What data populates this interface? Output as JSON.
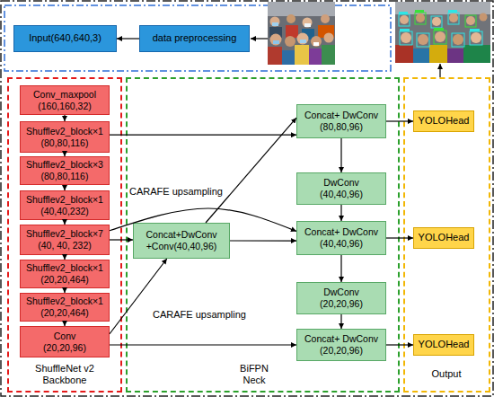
{
  "diagram": {
    "nodes": [
      {
        "text": [
          "Input(640,640,3)"
        ]
      },
      {
        "text": [
          "data preprocessing"
        ]
      },
      {
        "text": [
          "ShuffleNet v2 Backbone"
        ]
      },
      {
        "text": [
          "Conv_maxpool (160,160,32)"
        ],
        "in": 2
      },
      {
        "text": [
          "Shufflev2_block×1 (80,80,116)"
        ],
        "in": 2
      },
      {
        "text": [
          "Shufflev2_block×3 (80,80,116)"
        ],
        "in": 2
      },
      {
        "text": [
          "Shufflev2_block×1 (40,40,232)"
        ],
        "in": 2
      },
      {
        "text": [
          "Shufflev2_block×7 (40, 40, 232)"
        ],
        "in": 2
      },
      {
        "text": [
          "Shufflev2_block×1 (20,20,464)"
        ],
        "in": 2
      },
      {
        "text": [
          "Shufflev2_block×1 (20,20,464)"
        ],
        "in": 2
      },
      {
        "text": [
          "Conv (20,20,96)"
        ],
        "in": 2
      },
      {
        "text": [
          "BiFPN Neck"
        ]
      },
      {
        "text": [
          "Concat+DwConv +Conv(40,40,96)"
        ],
        "in": 11
      },
      {
        "text": [
          "Concat+ DwConv (80,80,96)"
        ],
        "in": 11
      },
      {
        "text": [
          "DwConv (40,40,96)"
        ],
        "in": 11
      },
      {
        "text": [
          "Concat+ DwConv (40,40,96)"
        ],
        "in": 11
      },
      {
        "text": [
          "DwConv (20,20,96)"
        ],
        "in": 11
      },
      {
        "text": [
          "Concat+ DwConv (20,20,96)"
        ],
        "in": 11
      },
      {
        "text": [
          "Output"
        ]
      },
      {
        "text": [
          "YOLOHead"
        ],
        "in": 18
      },
      {
        "text": [
          "YOLOHead"
        ],
        "in": 18
      },
      {
        "text": [
          "YOLOHead"
        ],
        "in": 18
      }
    ],
    "edges": [
      {
        "from": 1,
        "to": 0,
        "arrow": "to"
      },
      {
        "from": 3,
        "to": 4,
        "arrow": "to"
      },
      {
        "from": 4,
        "to": 5,
        "arrow": "to"
      },
      {
        "from": 5,
        "to": 6,
        "arrow": "to"
      },
      {
        "from": 6,
        "to": 7,
        "arrow": "to"
      },
      {
        "from": 7,
        "to": 8,
        "arrow": "to"
      },
      {
        "from": 8,
        "to": 9,
        "arrow": "to"
      },
      {
        "from": 9,
        "to": 10,
        "arrow": "to"
      },
      {
        "from": 4,
        "to": 13,
        "arrow": "to"
      },
      {
        "from": 7,
        "to": 12,
        "arrow": "to"
      },
      {
        "from": 7,
        "to": 15,
        "arrow": "to"
      },
      {
        "from": 10,
        "to": 12,
        "arrow": "to",
        "label": "CARAFE upsampling"
      },
      {
        "from": 10,
        "to": 17,
        "arrow": "to"
      },
      {
        "from": 12,
        "to": 13,
        "arrow": "to",
        "label": "CARAFE upsampling"
      },
      {
        "from": 12,
        "to": 15,
        "arrow": "to"
      },
      {
        "from": 13,
        "to": 14,
        "arrow": "to"
      },
      {
        "from": 14,
        "to": 15,
        "arrow": "to"
      },
      {
        "from": 15,
        "to": 16,
        "arrow": "to"
      },
      {
        "from": 16,
        "to": 17,
        "arrow": "to"
      },
      {
        "from": 13,
        "to": 19,
        "arrow": "to"
      },
      {
        "from": 15,
        "to": 20,
        "arrow": "to"
      },
      {
        "from": 17,
        "to": 21,
        "arrow": "to"
      }
    ]
  }
}
